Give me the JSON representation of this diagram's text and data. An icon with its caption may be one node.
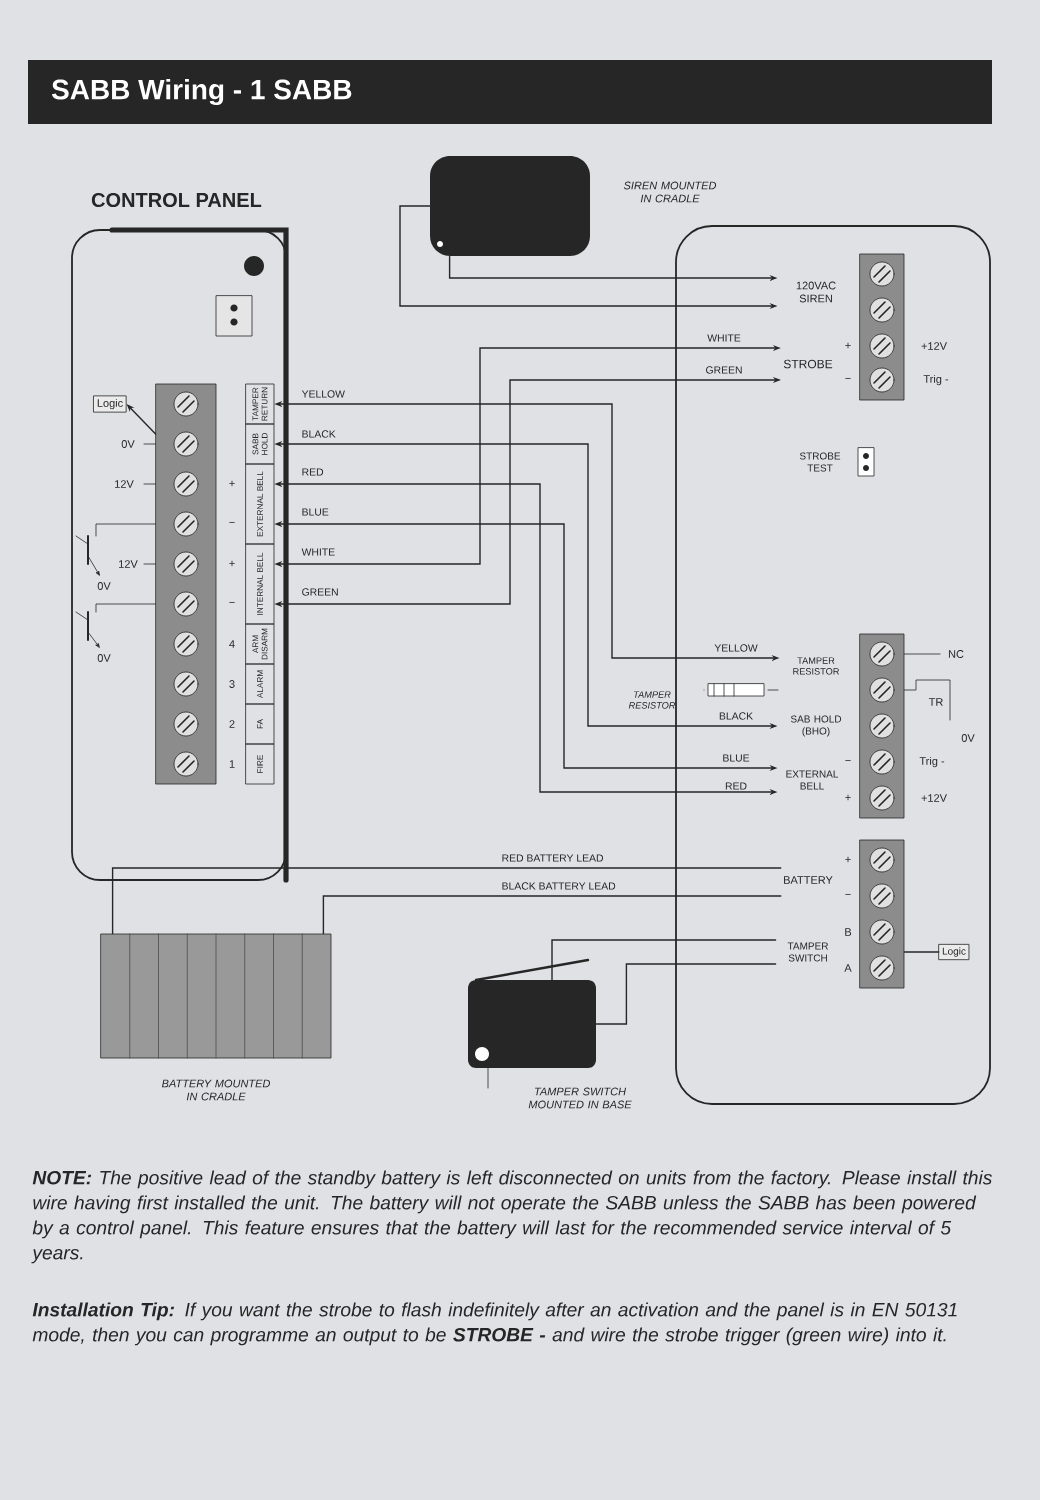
{
  "diagram": {
    "title": "SABB Wiring - 1 SABB",
    "nodes": [
      {
        "text": [
          "CONTROL PANEL"
        ]
      },
      {
        "text": [
          "Logic"
        ],
        "in": 0
      },
      {
        "text": [
          "TAMPER RETURN"
        ],
        "in": 0
      },
      {
        "text": [
          "SABB HOLD"
        ],
        "in": 0
      },
      {
        "text": [
          "EXTERNAL BELL"
        ],
        "in": 0
      },
      {
        "text": [
          "INTERNAL BELL"
        ],
        "in": 0
      },
      {
        "text": [
          "ARM DISARM"
        ],
        "in": 0
      },
      {
        "text": [
          "ALARM"
        ],
        "in": 0
      },
      {
        "text": [
          "FA"
        ],
        "in": 0
      },
      {
        "text": [
          "FIRE"
        ],
        "in": 0
      },
      {
        "text": [],
        "shape": "picture",
        "beside": [
          "SIREN MOUNTED IN CRADLE"
        ]
      },
      {
        "text": [],
        "shape": "box"
      },
      {
        "text": [
          "120VAC SIREN"
        ],
        "in": 11
      },
      {
        "text": [
          "STROBE"
        ],
        "in": 11
      },
      {
        "text": [
          "STROBE TEST"
        ],
        "in": 11
      },
      {
        "text": [
          "TAMPER RESISTOR"
        ],
        "in": 11
      },
      {
        "text": [
          "SAB HOLD (BHO)"
        ],
        "in": 11
      },
      {
        "text": [
          "EXTERNAL BELL"
        ],
        "in": 11
      },
      {
        "text": [
          "BATTERY"
        ],
        "in": 11
      },
      {
        "text": [
          "TAMPER SWITCH"
        ],
        "in": 11
      },
      {
        "text": [
          "Logic"
        ],
        "in": 11
      },
      {
        "text": [],
        "shape": "picture",
        "beside": [
          "BATTERY MOUNTED IN CRADLE"
        ]
      },
      {
        "text": [],
        "shape": "picture",
        "beside": [
          "TAMPER SWITCH MOUNTED IN BASE"
        ]
      },
      {
        "text": [],
        "shape": "bar",
        "in": 0
      },
      {
        "text": [],
        "shape": "bar",
        "in": 11,
        "beside": [
          "+",
          "−",
          "+12V",
          "Trig -"
        ]
      },
      {
        "text": [],
        "shape": "bar",
        "in": 11,
        "beside": [
          "NC",
          "TR",
          "0V",
          "Trig -",
          "+12V",
          "−",
          "+"
        ]
      },
      {
        "text": [],
        "shape": "bar",
        "in": 11,
        "beside": [
          "+",
          "−",
          "B",
          "A"
        ]
      }
    ],
    "edges": [
      {
        "from": 23,
        "to": 1,
        "arrow": "to"
      },
      {
        "from": 2,
        "to": 15,
        "arrow": "both",
        "label": "YELLOW"
      },
      {
        "from": 3,
        "to": 16,
        "arrow": "both",
        "label": "BLACK"
      },
      {
        "from": 4,
        "to": 17,
        "arrow": "both",
        "label": "RED"
      },
      {
        "from": 4,
        "to": 17,
        "arrow": "both",
        "label": "BLUE"
      },
      {
        "from": 5,
        "to": 13,
        "arrow": "both",
        "label": "WHITE"
      },
      {
        "from": 5,
        "to": 13,
        "arrow": "both",
        "label": "GREEN"
      },
      {
        "from": 10,
        "to": 12,
        "arrow": "to"
      },
      {
        "from": 10,
        "to": 12,
        "arrow": "to"
      },
      {
        "from": 21,
        "to": 18,
        "arrow": "none",
        "label": "RED BATTERY LEAD"
      },
      {
        "from": 21,
        "to": 18,
        "arrow": "none",
        "label": "BLACK BATTERY LEAD"
      },
      {
        "from": 22,
        "to": 19,
        "arrow": "none"
      },
      {
        "from": 22,
        "to": 19,
        "arrow": "none"
      },
      {
        "from": 26,
        "to": 20,
        "arrow": "none"
      }
    ],
    "labels": [
      "+",
      "−",
      "+",
      "−",
      "4",
      "3",
      "2",
      "1",
      "0V",
      "12V",
      "12V",
      "0V",
      "0V",
      "WHITE",
      "GREEN",
      "YELLOW",
      "TAMPER RESISTOR",
      "BLACK",
      "BLUE",
      "RED",
      "**NOTE:** The positive lead of the standby battery is left disconnected on units from the factory. Please install this wire having first installed the unit. The battery will not operate the SABB unless the SABB has been powered by a control panel. This feature ensures that the battery will last for the recommended service interval of 5 years.",
      "**Installation Tip:** If you want the strobe to flash indefinitely after an activation and the panel is in EN 50131 mode, then you can programme an output to be **STROBE -** and wire the strobe trigger (green wire) into it."
    ]
  }
}
